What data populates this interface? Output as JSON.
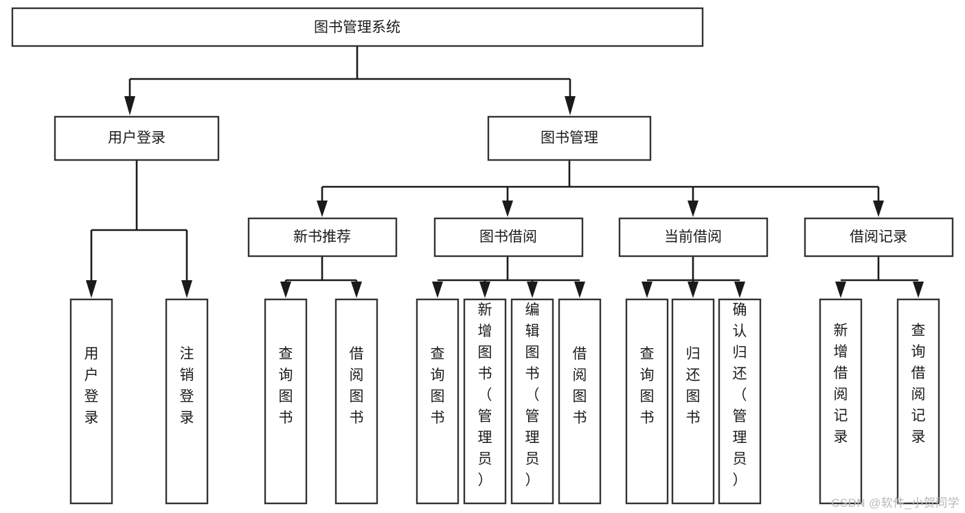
{
  "diagram": {
    "type": "tree",
    "title": "图书管理系统",
    "orientation": "top-down",
    "colors": {
      "box_stroke": "#333333",
      "box_fill": "#ffffff",
      "connector": "#1a1a1a",
      "text": "#1b1b1b",
      "watermark": "#b8b8b8"
    },
    "root": {
      "label": "图书管理系统",
      "text_mode": "horizontal"
    },
    "level2": [
      {
        "id": "user-login",
        "label": "用户登录",
        "text_mode": "horizontal"
      },
      {
        "id": "book-manage",
        "label": "图书管理",
        "text_mode": "horizontal"
      }
    ],
    "level3": [
      {
        "id": "new-book-rec",
        "label": "新书推荐",
        "text_mode": "horizontal",
        "parent": "book-manage"
      },
      {
        "id": "book-borrow",
        "label": "图书借阅",
        "text_mode": "horizontal",
        "parent": "book-manage"
      },
      {
        "id": "current-borrow",
        "label": "当前借阅",
        "text_mode": "horizontal",
        "parent": "book-manage"
      },
      {
        "id": "borrow-record",
        "label": "借阅记录",
        "text_mode": "horizontal",
        "parent": "book-manage"
      }
    ],
    "leaves": [
      {
        "id": "leaf-user-login",
        "label": "用户登录",
        "parent": "user-login",
        "text_mode": "vertical"
      },
      {
        "id": "leaf-logout",
        "label": "注销登录",
        "parent": "user-login",
        "text_mode": "vertical"
      },
      {
        "id": "leaf-query-book-1",
        "label": "查询图书",
        "parent": "new-book-rec",
        "text_mode": "vertical"
      },
      {
        "id": "leaf-borrow-book-1",
        "label": "借阅图书",
        "parent": "new-book-rec",
        "text_mode": "vertical"
      },
      {
        "id": "leaf-query-book-2",
        "label": "查询图书",
        "parent": "book-borrow",
        "text_mode": "vertical"
      },
      {
        "id": "leaf-add-book",
        "label": "新增图书（管理员）",
        "parent": "book-borrow",
        "text_mode": "vertical"
      },
      {
        "id": "leaf-edit-book",
        "label": "编辑图书（管理员）",
        "parent": "book-borrow",
        "text_mode": "vertical"
      },
      {
        "id": "leaf-borrow-book-2",
        "label": "借阅图书",
        "parent": "book-borrow",
        "text_mode": "vertical"
      },
      {
        "id": "leaf-query-book-3",
        "label": "查询图书",
        "parent": "current-borrow",
        "text_mode": "vertical"
      },
      {
        "id": "leaf-return-book",
        "label": "归还图书",
        "parent": "current-borrow",
        "text_mode": "vertical"
      },
      {
        "id": "leaf-confirm-return",
        "label": "确认归还（管理员）",
        "parent": "current-borrow",
        "text_mode": "vertical"
      },
      {
        "id": "leaf-add-record",
        "label": "新增借阅记录",
        "parent": "borrow-record",
        "text_mode": "vertical"
      },
      {
        "id": "leaf-query-record",
        "label": "查询借阅记录",
        "parent": "borrow-record",
        "text_mode": "vertical"
      }
    ]
  },
  "watermark": {
    "text": "CSDN @软件_小贺同学"
  }
}
